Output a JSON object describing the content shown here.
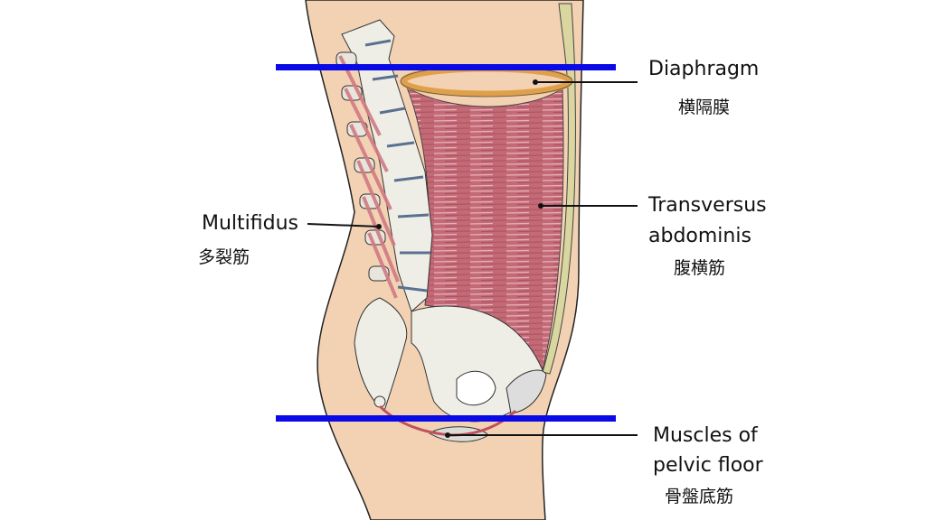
{
  "labels": {
    "diaphragm": {
      "en": "Diaphragm",
      "ja": "横隔膜"
    },
    "transversus": {
      "en_line1": "Transversus",
      "en_line2": "abdominis",
      "ja": "腹横筋"
    },
    "multifidus": {
      "en": "Multifidus",
      "ja": "多裂筋"
    },
    "pelvic_floor": {
      "en_line1": "Muscles of",
      "en_line2": "pelvic floor",
      "ja": "骨盤底筋"
    }
  },
  "colors": {
    "skin": "#f3d2b4",
    "muscle": "#c86e7a",
    "bone": "#efeee6",
    "diaphragm": "#e0a04a",
    "rectus": "#d9d6a0",
    "marker_line": "#0a0ae6",
    "disc": "#5a7090"
  }
}
